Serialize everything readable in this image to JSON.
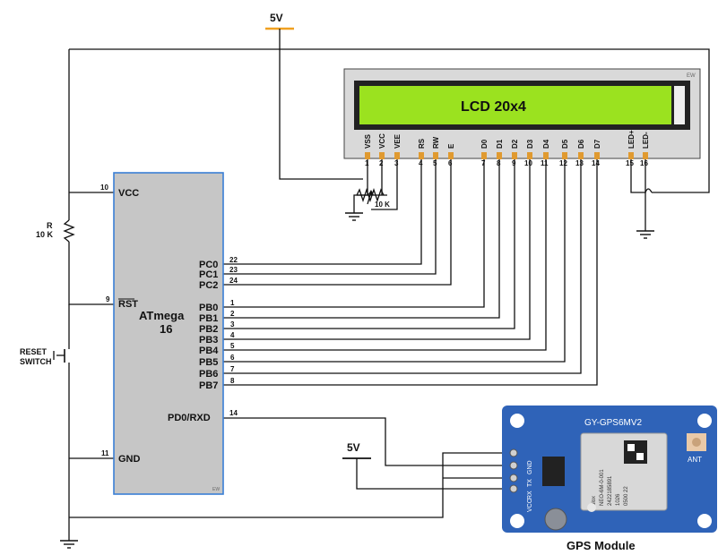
{
  "supply": {
    "top_label": "5V",
    "gps_label": "5V"
  },
  "lcd": {
    "title": "LCD 20x4",
    "tag": "EW",
    "pins": [
      {
        "name": "VSS",
        "num": "1"
      },
      {
        "name": "VCC",
        "num": "2"
      },
      {
        "name": "VEE",
        "num": "3"
      },
      {
        "name": "RS",
        "num": "4"
      },
      {
        "name": "RW",
        "num": "5"
      },
      {
        "name": "E",
        "num": "6"
      },
      {
        "name": "D0",
        "num": "7"
      },
      {
        "name": "D1",
        "num": "8"
      },
      {
        "name": "D2",
        "num": "9"
      },
      {
        "name": "D3",
        "num": "10"
      },
      {
        "name": "D4",
        "num": "11"
      },
      {
        "name": "D5",
        "num": "12"
      },
      {
        "name": "D6",
        "num": "13"
      },
      {
        "name": "D7",
        "num": "14"
      },
      {
        "name": "LED+",
        "num": "15"
      },
      {
        "name": "LED-",
        "num": "16"
      }
    ]
  },
  "pot_label": "10 K",
  "resistor": {
    "name": "R",
    "value": "10 K"
  },
  "reset": {
    "line1": "RESET",
    "line2": "SWITCH"
  },
  "mcu": {
    "name_line1": "ATmega",
    "name_line2": "16",
    "tag": "EW",
    "vcc": {
      "label": "VCC",
      "num": "10"
    },
    "rst": {
      "label": "RST",
      "num": "9"
    },
    "gnd": {
      "label": "GND",
      "num": "11"
    },
    "pc": [
      {
        "label": "PC0",
        "num": "22"
      },
      {
        "label": "PC1",
        "num": "23"
      },
      {
        "label": "PC2",
        "num": "24"
      }
    ],
    "pb": [
      {
        "label": "PB0",
        "num": "1"
      },
      {
        "label": "PB1",
        "num": "2"
      },
      {
        "label": "PB2",
        "num": "3"
      },
      {
        "label": "PB3",
        "num": "4"
      },
      {
        "label": "PB4",
        "num": "5"
      },
      {
        "label": "PB5",
        "num": "6"
      },
      {
        "label": "PB6",
        "num": "7"
      },
      {
        "label": "PB7",
        "num": "8"
      }
    ],
    "rxd": {
      "label": "PD0/RXD",
      "num": "14"
    }
  },
  "gps": {
    "board_title": "GY-GPS6MV2",
    "pins": [
      "GND",
      "TX",
      "RX",
      "VCC"
    ],
    "ant": "ANT",
    "chip_lines": [
      "blox",
      "NEO-6M-0-001",
      "2422185891",
      "1026",
      "0500 22"
    ],
    "caption": "GPS Module",
    "colors": {
      "board": "#2f63b8",
      "chip": "#d8d8d8"
    }
  },
  "colors": {
    "lcd_screen": "#9be21f",
    "lcd_body": "#d9d9d9",
    "mcu_fill": "#c6c6c6",
    "mcu_border": "#3a7fd5"
  }
}
